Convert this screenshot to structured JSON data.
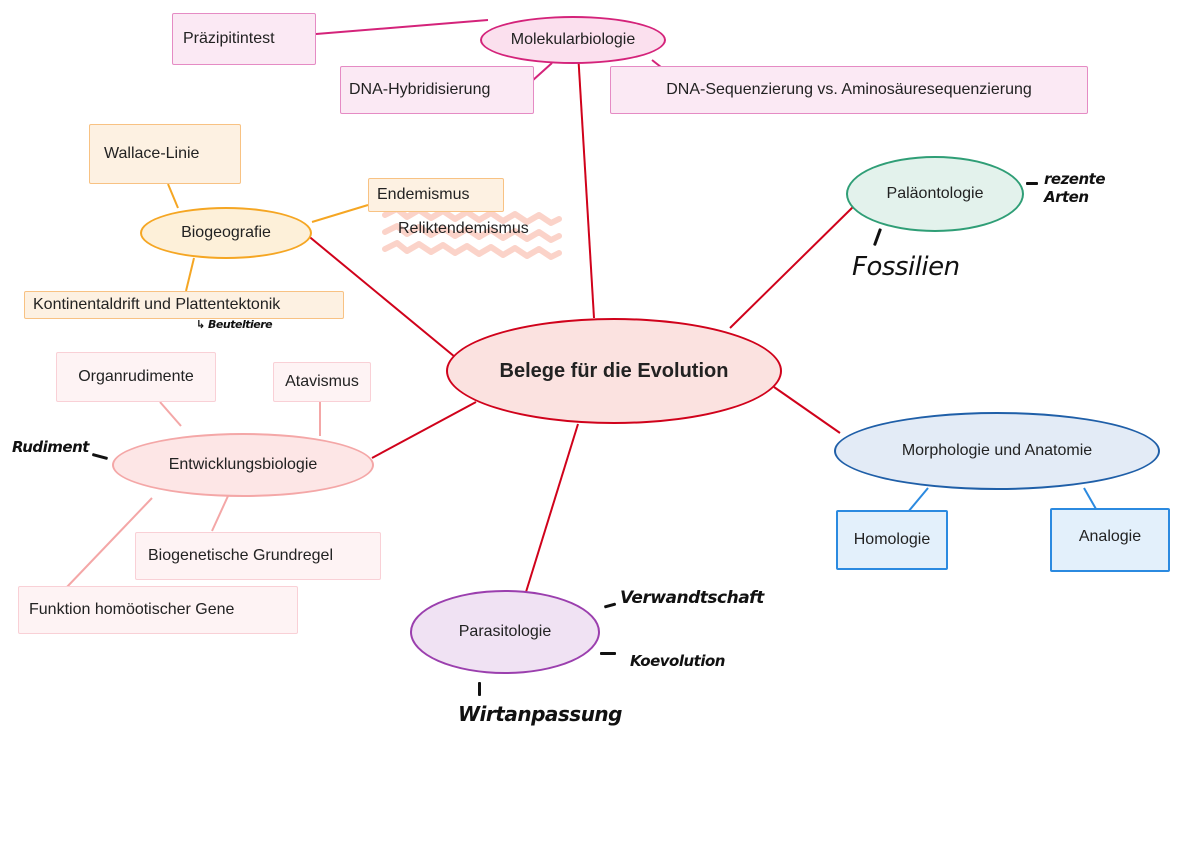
{
  "center": {
    "label": "Belege für die Evolution",
    "color": "#d0021b",
    "fill": "#fbe2e0"
  },
  "molekular": {
    "label": "Molekularbiologie",
    "color": "#d4237a",
    "fill": "#fbe0ee",
    "children": [
      "Präzipitintest",
      "DNA-Hybridisierung",
      "DNA-Sequenzierung vs. Aminosäuresequenzierung"
    ]
  },
  "biogeo": {
    "label": "Biogeografie",
    "color": "#f5a623",
    "fill": "#fdf0d9",
    "children": [
      "Wallace-Linie",
      "Endemismus",
      "Reliktendemismus",
      "Kontinentaldrift und Plattentektonik"
    ]
  },
  "palaeo": {
    "label": "Paläontologie",
    "color": "#2f9e76",
    "fill": "#e3f2ec"
  },
  "morph": {
    "label": "Morphologie und Anatomie",
    "color": "#1f5fa8",
    "fill": "#e3ebf6",
    "children": [
      "Homologie",
      "Analogie"
    ]
  },
  "entw": {
    "label": "Entwicklungsbiologie",
    "color": "#f4a7a7",
    "fill": "#fde6e6",
    "children": [
      "Organrudimente",
      "Atavismus",
      "Biogenetische Grundregel",
      "Funktion homöotischer Gene"
    ]
  },
  "para": {
    "label": "Parasitologie",
    "color": "#9b3fae",
    "fill": "#f0e2f3"
  },
  "handwritten": {
    "rezente": "rezente Arten",
    "fossilien": "Fossilien",
    "beutel": "↳ Beuteltiere",
    "rudiment": "Rudiment",
    "verwandt": "Verwandtschaft",
    "koevolution": "Koevolution",
    "wirt": "Wirtanpassung"
  }
}
